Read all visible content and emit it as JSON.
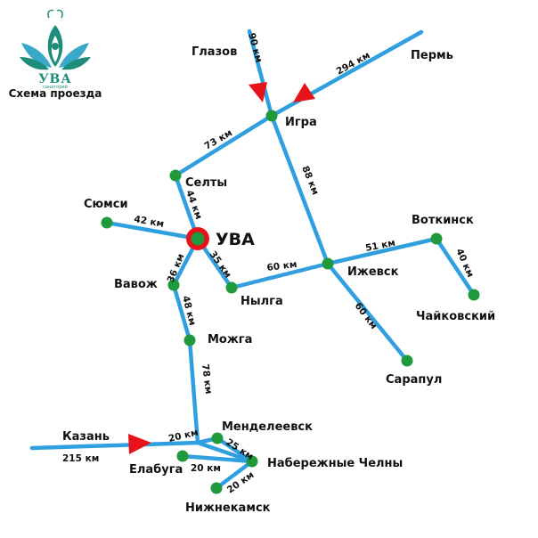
{
  "logo": {
    "name": "УВА",
    "tagline": "санаторий",
    "caption": "Схема проезда"
  },
  "colors": {
    "road": "#2f9fe0",
    "node": "#1e9a3c",
    "arrow": "#e8121a",
    "brand": "#1e8c7a",
    "uva_ring": "#e8121a"
  },
  "cities": {
    "glazov": "Глазов",
    "perm": "Пермь",
    "igra": "Игра",
    "selty": "Селты",
    "syumsi": "Сюмси",
    "uva": "УВА",
    "votkinsk": "Воткинск",
    "izhevsk": "Ижевск",
    "vavozh": "Вавож",
    "nylga": "Нылга",
    "chaikovsky": "Чайковский",
    "mozhga": "Можга",
    "sarapul": "Сарапул",
    "mendeleevsk": "Менделеевск",
    "kazan": "Казань",
    "elabuga": "Елабуга",
    "chelny": "Набережные Челны",
    "nizhnekamsk": "Нижнекамск"
  },
  "distances": {
    "glazov_igra": "90 км",
    "perm_igra": "294 км",
    "igra_selty": "73 км",
    "igra_izhevsk": "88 км",
    "selty_uva": "44 км",
    "syumsi_uva": "42 км",
    "uva_nylga": "35 км",
    "nylga_izhevsk": "60 км",
    "izhevsk_votkinsk": "51 км",
    "votkinsk_chaikovsky": "40 км",
    "izhevsk_sarapul": "60 км",
    "uva_vavozh": "36 км",
    "vavozh_mozhga": "48 км",
    "mozhga_mendeleevsk": "78 км",
    "elabuga_mendeleevsk": "20 км",
    "mendeleevsk_chelny": "25 км",
    "elabuga_chelny": "20 км",
    "kazan_elabuga": "215 км",
    "chelny_nizhnekamsk": "20 км"
  }
}
